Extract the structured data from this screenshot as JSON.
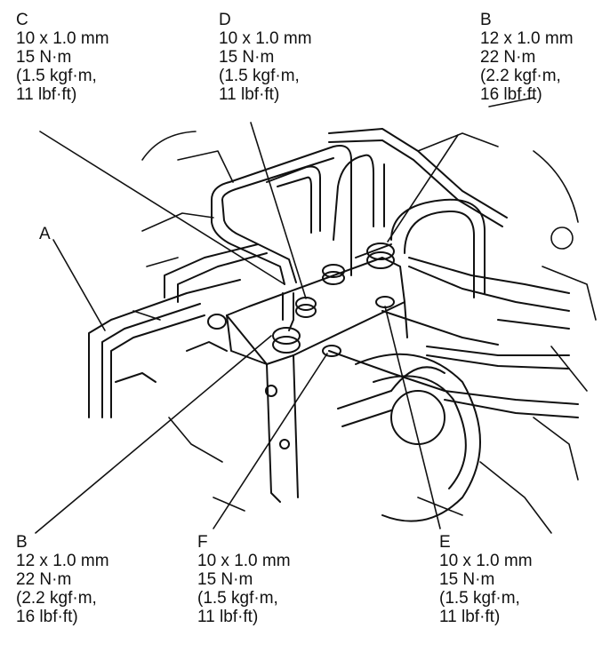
{
  "callouts": {
    "C": {
      "letter": "C",
      "size": "10 x 1.0 mm",
      "torque_nm": "15 N·m",
      "torque_kgf": "(1.5 kgf·m,",
      "torque_lbf": "11 lbf·ft)"
    },
    "D": {
      "letter": "D",
      "size": "10 x 1.0 mm",
      "torque_nm": "15 N·m",
      "torque_kgf": "(1.5 kgf·m,",
      "torque_lbf": "11 lbf·ft)"
    },
    "B_top": {
      "letter": "B",
      "size": "12 x 1.0 mm",
      "torque_nm": "22 N·m",
      "torque_kgf": "(2.2 kgf·m,",
      "torque_lbf": "16 lbf·ft)"
    },
    "A": {
      "letter": "A"
    },
    "B_bottom": {
      "letter": "B",
      "size": "12 x 1.0 mm",
      "torque_nm": "22 N·m",
      "torque_kgf": "(2.2 kgf·m,",
      "torque_lbf": "16 lbf·ft)"
    },
    "F": {
      "letter": "F",
      "size": "10 x 1.0 mm",
      "torque_nm": "15 N·m",
      "torque_kgf": "(1.5 kgf·m,",
      "torque_lbf": "11 lbf·ft)"
    },
    "E": {
      "letter": "E",
      "size": "10 x 1.0 mm",
      "torque_nm": "15 N·m",
      "torque_kgf": "(1.5 kgf·m,",
      "torque_lbf": "11 lbf·ft)"
    }
  },
  "colors": {
    "line": "#111111",
    "background": "#ffffff"
  }
}
